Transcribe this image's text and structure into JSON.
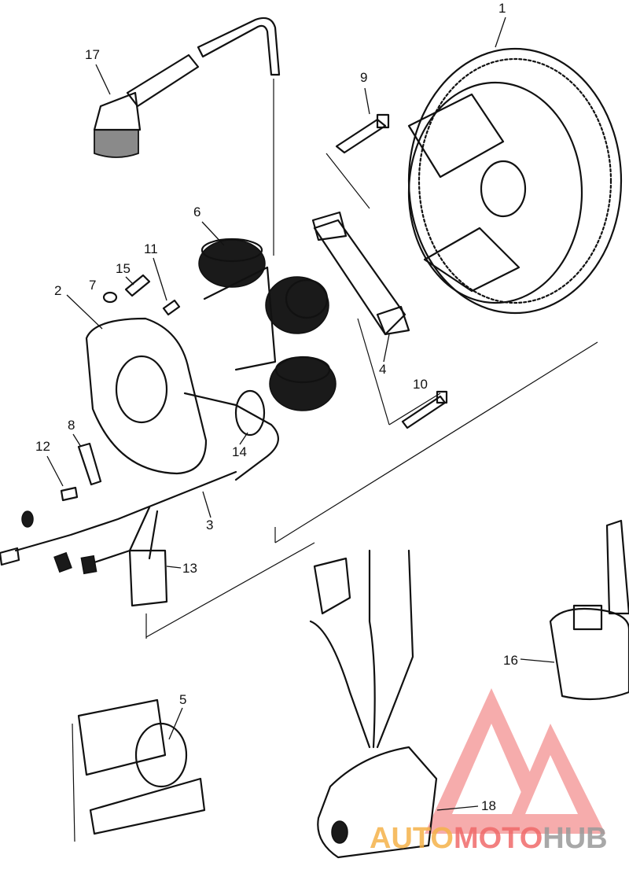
{
  "diagram": {
    "callouts": {
      "c1": "1",
      "c2": "2",
      "c3": "3",
      "c4": "4",
      "c5": "5",
      "c6": "6",
      "c7": "7",
      "c8": "8",
      "c9": "9",
      "c10": "10",
      "c11": "11",
      "c12": "12",
      "c13": "13",
      "c14": "14",
      "c15": "15",
      "c16": "16",
      "c17": "17",
      "c18": "18"
    }
  },
  "watermark": {
    "part1": "AUTO",
    "part2": "MOTO",
    "part3": "HUB",
    "colors": {
      "orange": "#f5b24a",
      "red": "#f06a6a",
      "grey": "#9a9a9a"
    }
  }
}
